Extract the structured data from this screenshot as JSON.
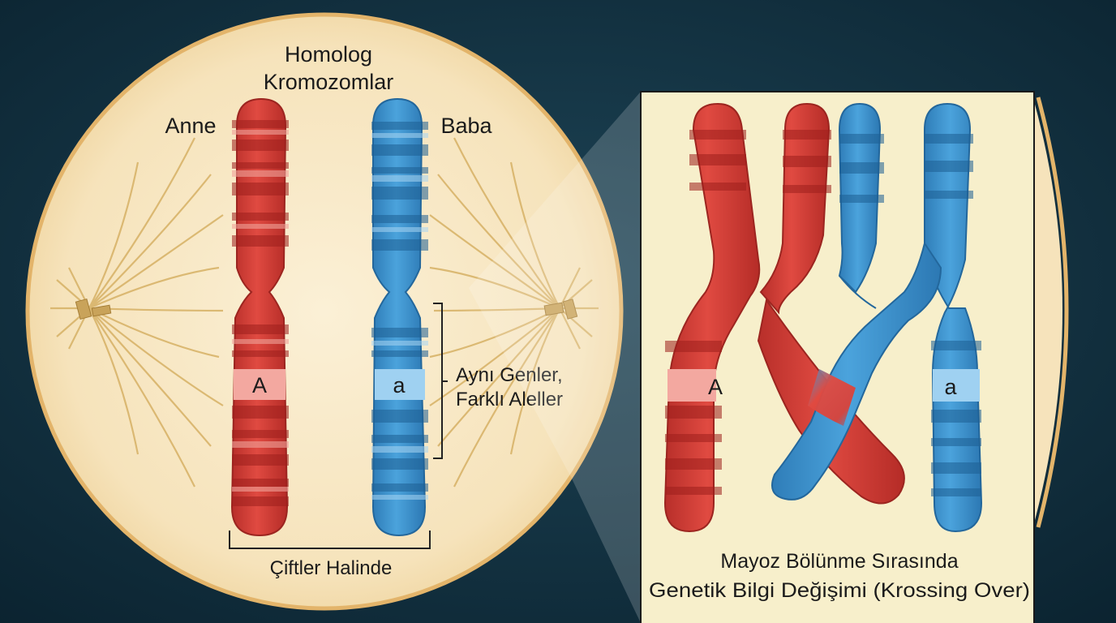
{
  "cell": {
    "title": [
      "Homolog",
      "Kromozomlar"
    ],
    "mother_label": "Anne",
    "father_label": "Baba",
    "allele_mother": "A",
    "allele_father": "a",
    "bracket_label": [
      "Aynı Genler,",
      "Farklı Aleller"
    ],
    "pairs_label": "Çiftler Halinde"
  },
  "inset": {
    "allele_left": "A",
    "allele_right": "a",
    "caption": [
      "Mayoz Bölünme Sırasında",
      "Genetik Bilgi Değişimi (Krossing Over)"
    ]
  },
  "colors": {
    "background": "#0f2a38",
    "cell_fill": "#f7e6c2",
    "cell_border": "#e3b46a",
    "maternal": "#d9423a",
    "paternal": "#3f95d0",
    "spindle": "#d8b46a",
    "inset_fill": "#f7efcb"
  }
}
